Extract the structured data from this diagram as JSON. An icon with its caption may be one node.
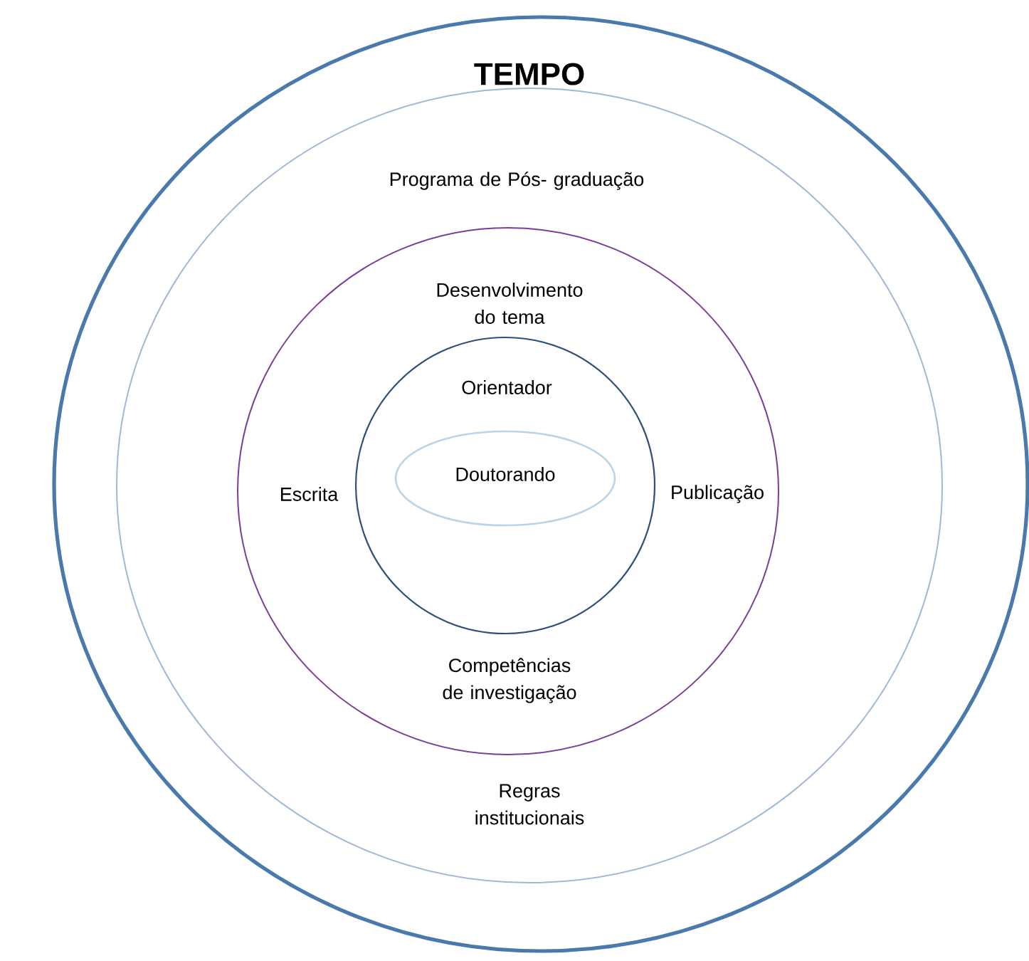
{
  "diagram": {
    "nodes": [
      {
        "text": [
          "TEMPO"
        ]
      },
      {
        "text": [
          "Programa de Pós- graduação",
          "Regras institucionais"
        ],
        "in": 0
      },
      {
        "text": [
          "Desenvolvimento do tema",
          "Escrita",
          "Publicação",
          "Competências de investigação"
        ],
        "in": 1
      },
      {
        "text": [
          "Orientador"
        ],
        "in": 2
      },
      {
        "text": [
          "Doutorando"
        ],
        "in": 3
      }
    ]
  }
}
